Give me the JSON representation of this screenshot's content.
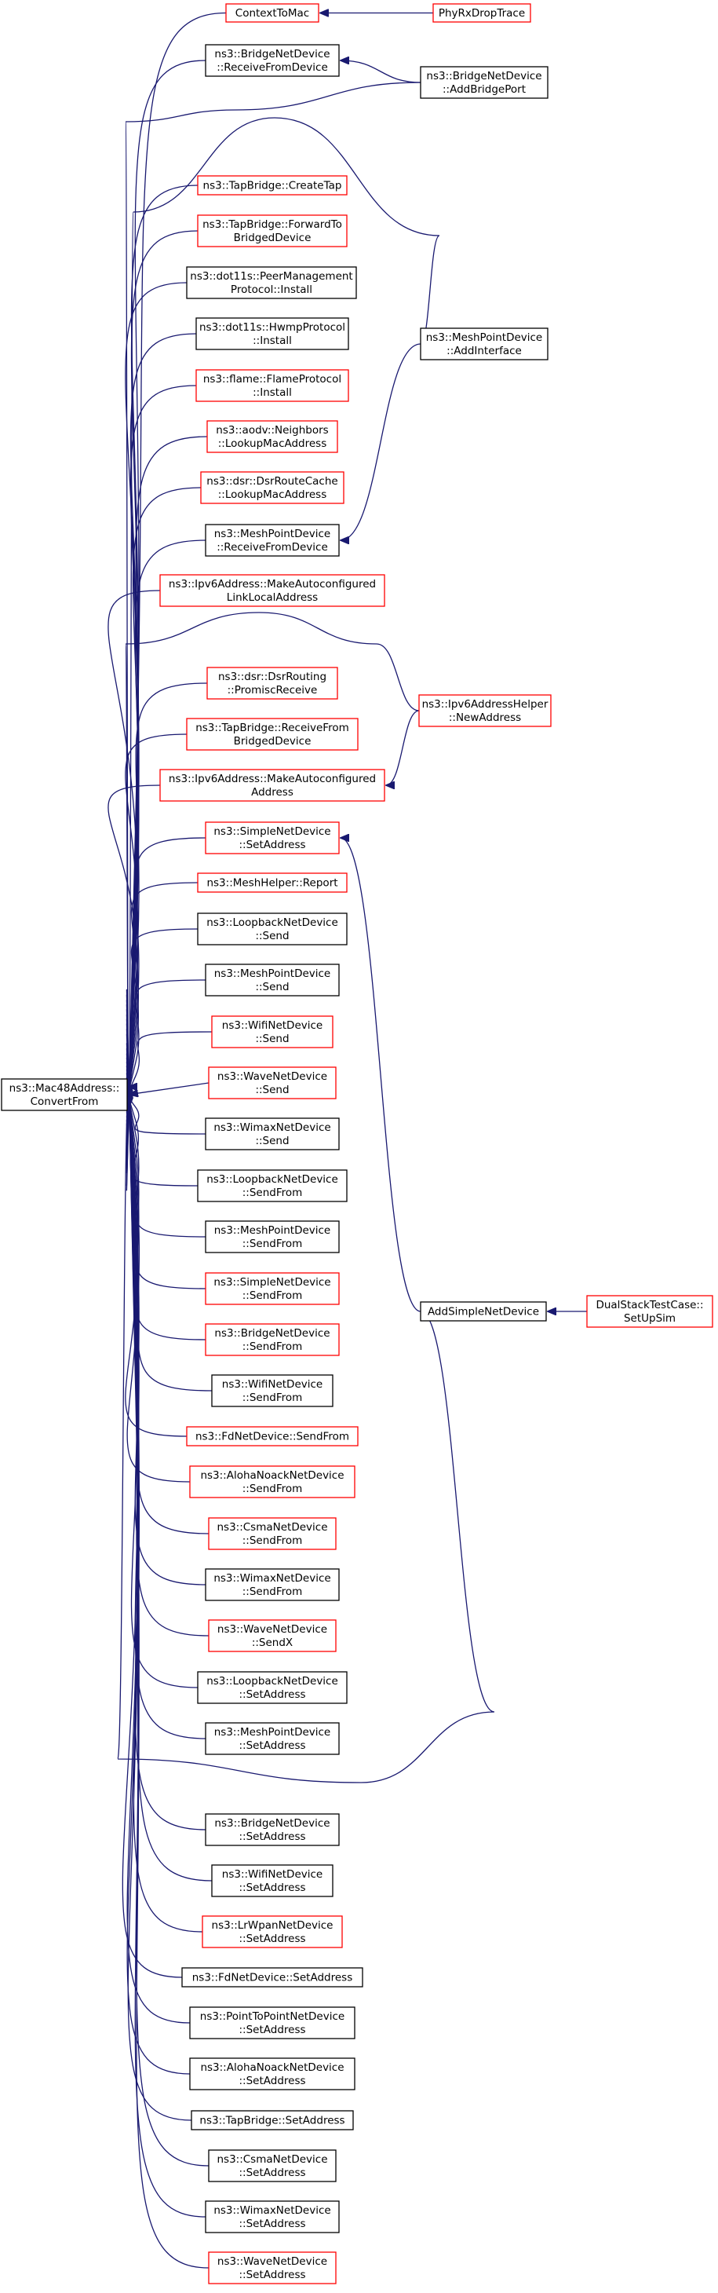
{
  "colors": {
    "edge": "#191970",
    "node_border_black": "#000000",
    "node_border_red": "#ff0000",
    "root_fill": "#bfbfbf",
    "background": "#ffffff"
  },
  "nodes": {
    "root": {
      "lines": [
        "ns3::Mac48Address::",
        "ConvertFrom"
      ],
      "border": "gray"
    },
    "context_to_mac": {
      "lines": [
        "ContextToMac"
      ],
      "border": "red"
    },
    "phy_rx_drop_trace": {
      "lines": [
        "PhyRxDropTrace"
      ],
      "border": "red"
    },
    "bridge_receive_from_device": {
      "lines": [
        "ns3::BridgeNetDevice",
        "::ReceiveFromDevice"
      ],
      "border": "black"
    },
    "bridge_add_bridge_port": {
      "lines": [
        "ns3::BridgeNetDevice",
        "::AddBridgePort"
      ],
      "border": "black"
    },
    "tap_create_tap": {
      "lines": [
        "ns3::TapBridge::CreateTap"
      ],
      "border": "red"
    },
    "tap_forward_to_bridged": {
      "lines": [
        "ns3::TapBridge::ForwardTo",
        "BridgedDevice"
      ],
      "border": "red"
    },
    "dot11s_peer_mgmt_install": {
      "lines": [
        "ns3::dot11s::PeerManagement",
        "Protocol::Install"
      ],
      "border": "black"
    },
    "dot11s_hwmp_install": {
      "lines": [
        "ns3::dot11s::HwmpProtocol",
        "::Install"
      ],
      "border": "black"
    },
    "mesh_point_add_interface": {
      "lines": [
        "ns3::MeshPointDevice",
        "::AddInterface"
      ],
      "border": "black"
    },
    "flame_install": {
      "lines": [
        "ns3::flame::FlameProtocol",
        "::Install"
      ],
      "border": "red"
    },
    "aodv_lookup_mac": {
      "lines": [
        "ns3::aodv::Neighbors",
        "::LookupMacAddress"
      ],
      "border": "red"
    },
    "dsr_route_cache_lookup_mac": {
      "lines": [
        "ns3::dsr::DsrRouteCache",
        "::LookupMacAddress"
      ],
      "border": "red"
    },
    "mesh_point_receive_from_device": {
      "lines": [
        "ns3::MeshPointDevice",
        "::ReceiveFromDevice"
      ],
      "border": "black"
    },
    "ipv6_make_autoconf_link_local": {
      "lines": [
        "ns3::Ipv6Address::MakeAutoconfigured",
        "LinkLocalAddress"
      ],
      "border": "red"
    },
    "dsr_routing_promisc_receive": {
      "lines": [
        "ns3::dsr::DsrRouting",
        "::PromiscReceive"
      ],
      "border": "red"
    },
    "ipv6_address_helper_new_address": {
      "lines": [
        "ns3::Ipv6AddressHelper",
        "::NewAddress"
      ],
      "border": "red"
    },
    "tap_receive_from_bridged": {
      "lines": [
        "ns3::TapBridge::ReceiveFrom",
        "BridgedDevice"
      ],
      "border": "red"
    },
    "ipv6_make_autoconf_address": {
      "lines": [
        "ns3::Ipv6Address::MakeAutoconfigured",
        "Address"
      ],
      "border": "red"
    },
    "simple_set_address": {
      "lines": [
        "ns3::SimpleNetDevice",
        "::SetAddress"
      ],
      "border": "red"
    },
    "mesh_helper_report": {
      "lines": [
        "ns3::MeshHelper::Report"
      ],
      "border": "red"
    },
    "loopback_send": {
      "lines": [
        "ns3::LoopbackNetDevice",
        "::Send"
      ],
      "border": "black"
    },
    "mesh_point_send": {
      "lines": [
        "ns3::MeshPointDevice",
        "::Send"
      ],
      "border": "black"
    },
    "wifi_send": {
      "lines": [
        "ns3::WifiNetDevice",
        "::Send"
      ],
      "border": "red"
    },
    "wave_send": {
      "lines": [
        "ns3::WaveNetDevice",
        "::Send"
      ],
      "border": "red"
    },
    "wimax_send": {
      "lines": [
        "ns3::WimaxNetDevice",
        "::Send"
      ],
      "border": "black"
    },
    "loopback_send_from": {
      "lines": [
        "ns3::LoopbackNetDevice",
        "::SendFrom"
      ],
      "border": "black"
    },
    "mesh_point_send_from": {
      "lines": [
        "ns3::MeshPointDevice",
        "::SendFrom"
      ],
      "border": "black"
    },
    "simple_send_from": {
      "lines": [
        "ns3::SimpleNetDevice",
        "::SendFrom"
      ],
      "border": "red"
    },
    "add_simple_net_device": {
      "lines": [
        "AddSimpleNetDevice"
      ],
      "border": "black"
    },
    "dual_stack_setup_sim": {
      "lines": [
        "DualStackTestCase::",
        "SetUpSim"
      ],
      "border": "red"
    },
    "bridge_send_from": {
      "lines": [
        "ns3::BridgeNetDevice",
        "::SendFrom"
      ],
      "border": "red"
    },
    "wifi_send_from": {
      "lines": [
        "ns3::WifiNetDevice",
        "::SendFrom"
      ],
      "border": "black"
    },
    "fd_send_from": {
      "lines": [
        "ns3::FdNetDevice::SendFrom"
      ],
      "border": "red"
    },
    "aloha_send_from": {
      "lines": [
        "ns3::AlohaNoackNetDevice",
        "::SendFrom"
      ],
      "border": "red"
    },
    "csma_send_from": {
      "lines": [
        "ns3::CsmaNetDevice",
        "::SendFrom"
      ],
      "border": "red"
    },
    "wimax_send_from": {
      "lines": [
        "ns3::WimaxNetDevice",
        "::SendFrom"
      ],
      "border": "black"
    },
    "wave_send_x": {
      "lines": [
        "ns3::WaveNetDevice",
        "::SendX"
      ],
      "border": "red"
    },
    "loopback_set_address": {
      "lines": [
        "ns3::LoopbackNetDevice",
        "::SetAddress"
      ],
      "border": "black"
    },
    "mesh_point_set_address": {
      "lines": [
        "ns3::MeshPointDevice",
        "::SetAddress"
      ],
      "border": "black"
    },
    "bridge_set_address": {
      "lines": [
        "ns3::BridgeNetDevice",
        "::SetAddress"
      ],
      "border": "black"
    },
    "wifi_set_address": {
      "lines": [
        "ns3::WifiNetDevice",
        "::SetAddress"
      ],
      "border": "black"
    },
    "lrwpan_set_address": {
      "lines": [
        "ns3::LrWpanNetDevice",
        "::SetAddress"
      ],
      "border": "red"
    },
    "fd_set_address": {
      "lines": [
        "ns3::FdNetDevice::SetAddress"
      ],
      "border": "black"
    },
    "p2p_set_address": {
      "lines": [
        "ns3::PointToPointNetDevice",
        "::SetAddress"
      ],
      "border": "black"
    },
    "aloha_set_address": {
      "lines": [
        "ns3::AlohaNoackNetDevice",
        "::SetAddress"
      ],
      "border": "black"
    },
    "tap_set_address": {
      "lines": [
        "ns3::TapBridge::SetAddress"
      ],
      "border": "black"
    },
    "csma_set_address": {
      "lines": [
        "ns3::CsmaNetDevice",
        "::SetAddress"
      ],
      "border": "black"
    },
    "wimax_set_address": {
      "lines": [
        "ns3::WimaxNetDevice",
        "::SetAddress"
      ],
      "border": "black"
    },
    "wave_set_address": {
      "lines": [
        "ns3::WaveNetDevice",
        "::SetAddress"
      ],
      "border": "red"
    }
  },
  "edges": [
    {
      "from": "context_to_mac",
      "to": "root"
    },
    {
      "from": "phy_rx_drop_trace",
      "to": "context_to_mac"
    },
    {
      "from": "bridge_receive_from_device",
      "to": "root"
    },
    {
      "from": "bridge_add_bridge_port",
      "to": "bridge_receive_from_device"
    },
    {
      "from": "bridge_add_bridge_port",
      "to": "root"
    },
    {
      "from": "tap_create_tap",
      "to": "root"
    },
    {
      "from": "tap_forward_to_bridged",
      "to": "root"
    },
    {
      "from": "dot11s_peer_mgmt_install",
      "to": "root"
    },
    {
      "from": "dot11s_hwmp_install",
      "to": "root"
    },
    {
      "from": "mesh_point_add_interface",
      "to": "root"
    },
    {
      "from": "mesh_point_add_interface",
      "to": "mesh_point_receive_from_device"
    },
    {
      "from": "flame_install",
      "to": "root"
    },
    {
      "from": "aodv_lookup_mac",
      "to": "root"
    },
    {
      "from": "dsr_route_cache_lookup_mac",
      "to": "root"
    },
    {
      "from": "mesh_point_receive_from_device",
      "to": "root"
    },
    {
      "from": "ipv6_make_autoconf_link_local",
      "to": "root"
    },
    {
      "from": "ipv6_address_helper_new_address",
      "to": "root"
    },
    {
      "from": "ipv6_address_helper_new_address",
      "to": "ipv6_make_autoconf_address"
    },
    {
      "from": "dsr_routing_promisc_receive",
      "to": "root"
    },
    {
      "from": "tap_receive_from_bridged",
      "to": "root"
    },
    {
      "from": "ipv6_make_autoconf_address",
      "to": "root"
    },
    {
      "from": "simple_set_address",
      "to": "root"
    },
    {
      "from": "add_simple_net_device",
      "to": "simple_set_address"
    },
    {
      "from": "add_simple_net_device",
      "to": "root"
    },
    {
      "from": "dual_stack_setup_sim",
      "to": "add_simple_net_device"
    },
    {
      "from": "mesh_helper_report",
      "to": "root"
    },
    {
      "from": "loopback_send",
      "to": "root"
    },
    {
      "from": "mesh_point_send",
      "to": "root"
    },
    {
      "from": "wifi_send",
      "to": "root"
    },
    {
      "from": "wave_send",
      "to": "root"
    },
    {
      "from": "wimax_send",
      "to": "root"
    },
    {
      "from": "loopback_send_from",
      "to": "root"
    },
    {
      "from": "mesh_point_send_from",
      "to": "root"
    },
    {
      "from": "simple_send_from",
      "to": "root"
    },
    {
      "from": "bridge_send_from",
      "to": "root"
    },
    {
      "from": "wifi_send_from",
      "to": "root"
    },
    {
      "from": "fd_send_from",
      "to": "root"
    },
    {
      "from": "aloha_send_from",
      "to": "root"
    },
    {
      "from": "csma_send_from",
      "to": "root"
    },
    {
      "from": "wimax_send_from",
      "to": "root"
    },
    {
      "from": "wave_send_x",
      "to": "root"
    },
    {
      "from": "loopback_set_address",
      "to": "root"
    },
    {
      "from": "mesh_point_set_address",
      "to": "root"
    },
    {
      "from": "bridge_set_address",
      "to": "root"
    },
    {
      "from": "wifi_set_address",
      "to": "root"
    },
    {
      "from": "lrwpan_set_address",
      "to": "root"
    },
    {
      "from": "fd_set_address",
      "to": "root"
    },
    {
      "from": "p2p_set_address",
      "to": "root"
    },
    {
      "from": "aloha_set_address",
      "to": "root"
    },
    {
      "from": "tap_set_address",
      "to": "root"
    },
    {
      "from": "csma_set_address",
      "to": "root"
    },
    {
      "from": "wimax_set_address",
      "to": "root"
    },
    {
      "from": "wave_set_address",
      "to": "root"
    }
  ]
}
